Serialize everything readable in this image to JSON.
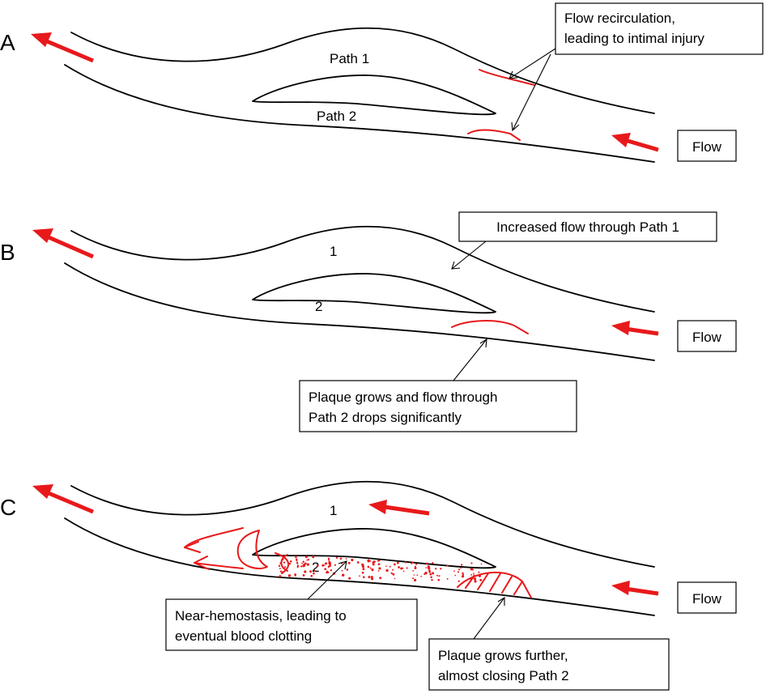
{
  "panels": [
    {
      "letter": "A",
      "path_labels": [
        "Path 1",
        "Path 2"
      ],
      "callouts": [
        {
          "lines": [
            "Flow recirculation,",
            "leading to intimal injury"
          ]
        },
        {
          "lines": [
            "Flow"
          ]
        }
      ]
    },
    {
      "letter": "B",
      "path_labels": [
        "1",
        "2"
      ],
      "callouts": [
        {
          "lines": [
            "Increased flow through Path 1"
          ]
        },
        {
          "lines": [
            "Plaque grows and flow through",
            "Path 2 drops significantly"
          ]
        },
        {
          "lines": [
            "Flow"
          ]
        }
      ]
    },
    {
      "letter": "C",
      "path_labels": [
        "1",
        "2"
      ],
      "callouts": [
        {
          "lines": [
            "Near-hemostasis, leading to",
            "eventual blood clotting"
          ]
        },
        {
          "lines": [
            "Plaque grows further,",
            "almost closing  Path 2"
          ]
        },
        {
          "lines": [
            "Flow"
          ]
        }
      ]
    }
  ],
  "colors": {
    "flow_arrow": "#e8191b",
    "outline": "#000000",
    "background": "#ffffff"
  }
}
